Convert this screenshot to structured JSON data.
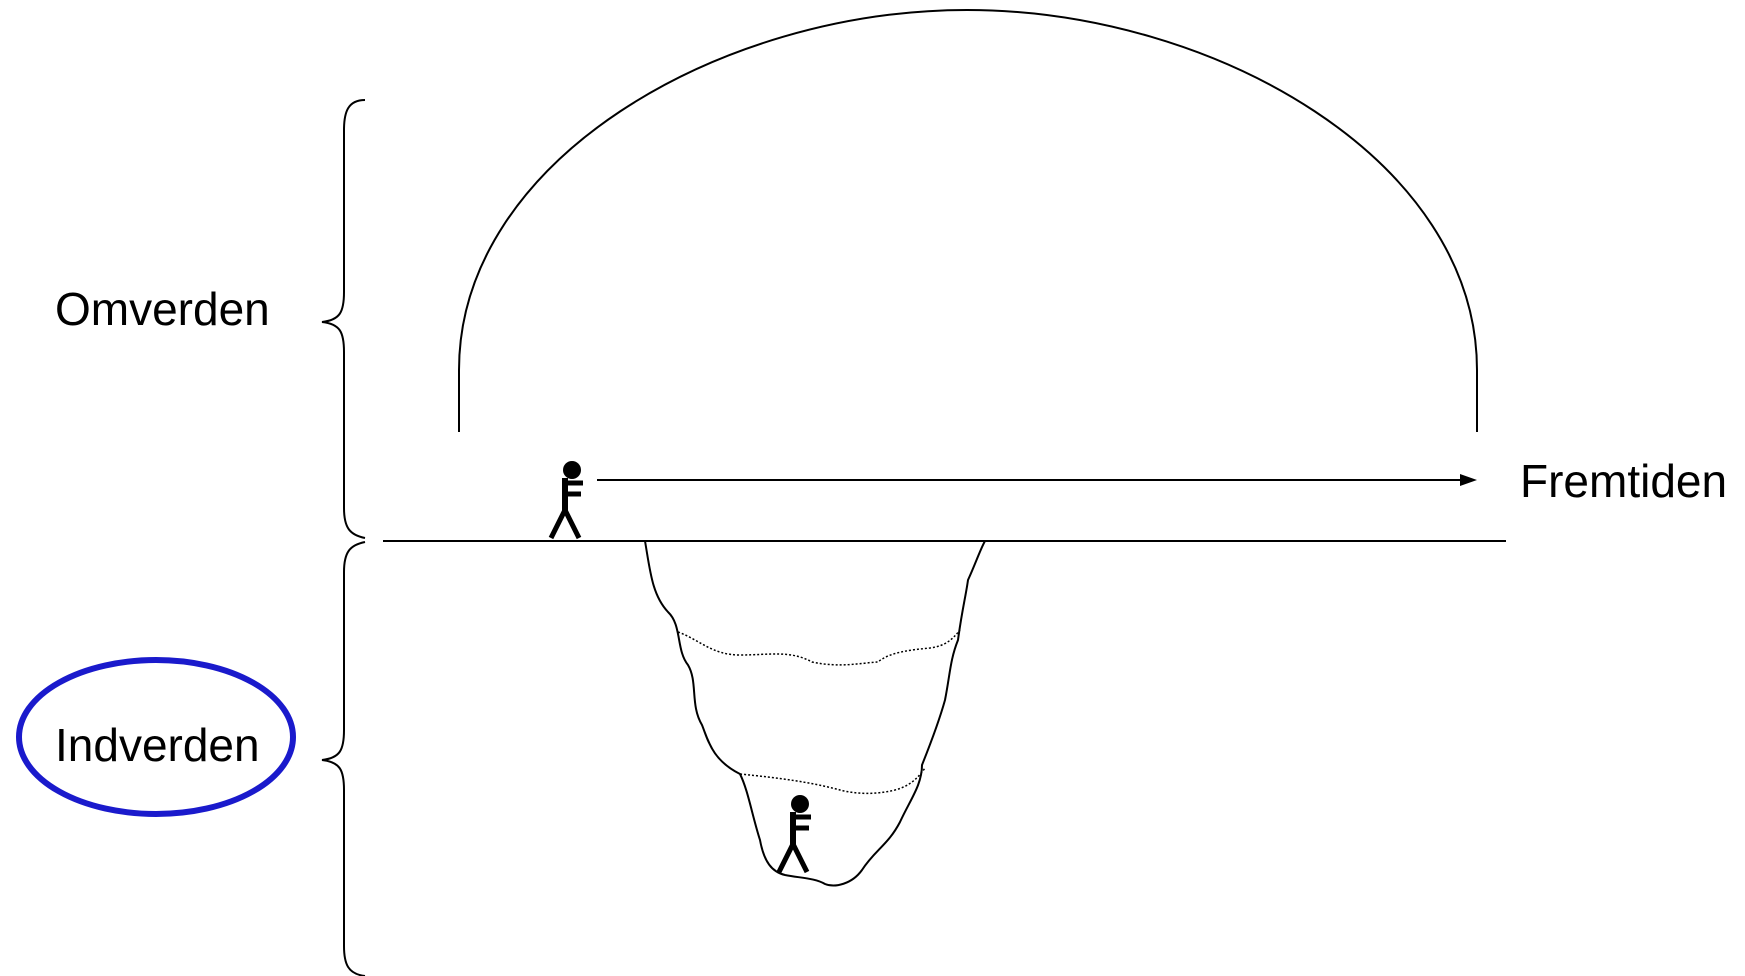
{
  "labels": {
    "outer_world": "Omverden",
    "inner_world": "Indverden",
    "future": "Fremtiden"
  },
  "colors": {
    "ink": "#000000",
    "highlight_ring": "#1a1acc"
  },
  "highlighted_label": "Indverden"
}
